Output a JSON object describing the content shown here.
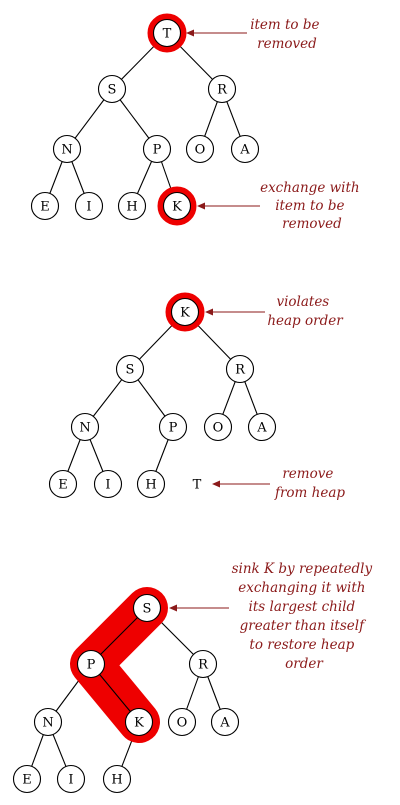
{
  "colors": {
    "highlight": "#ee0000",
    "annotation": "#8b1a1a"
  },
  "panels": [
    {
      "nodes": {
        "n1": "T",
        "n2": "S",
        "n3": "R",
        "n4": "N",
        "n5": "P",
        "n6": "O",
        "n7": "A",
        "n8": "E",
        "n9": "I",
        "n10": "H",
        "n11": "K"
      },
      "annotations": [
        [
          "item to be",
          "removed"
        ],
        [
          "exchange with",
          "item to be",
          "removed"
        ]
      ]
    },
    {
      "nodes": {
        "n1": "K",
        "n2": "S",
        "n3": "R",
        "n4": "N",
        "n5": "P",
        "n6": "O",
        "n7": "A",
        "n8": "E",
        "n9": "I",
        "n10": "H"
      },
      "removed": "T",
      "annotations": [
        [
          "violates",
          "heap order"
        ],
        [
          "remove",
          "from heap"
        ]
      ]
    },
    {
      "nodes": {
        "n1": "S",
        "n2": "P",
        "n3": "R",
        "n4": "N",
        "n5": "K",
        "n6": "O",
        "n7": "A",
        "n8": "E",
        "n9": "I",
        "n10": "H"
      },
      "annotations": [
        [
          "sink K by repeatedly",
          "exchanging it with",
          "its largest child",
          "greater than itself",
          "to restore heap",
          "order"
        ]
      ]
    }
  ]
}
